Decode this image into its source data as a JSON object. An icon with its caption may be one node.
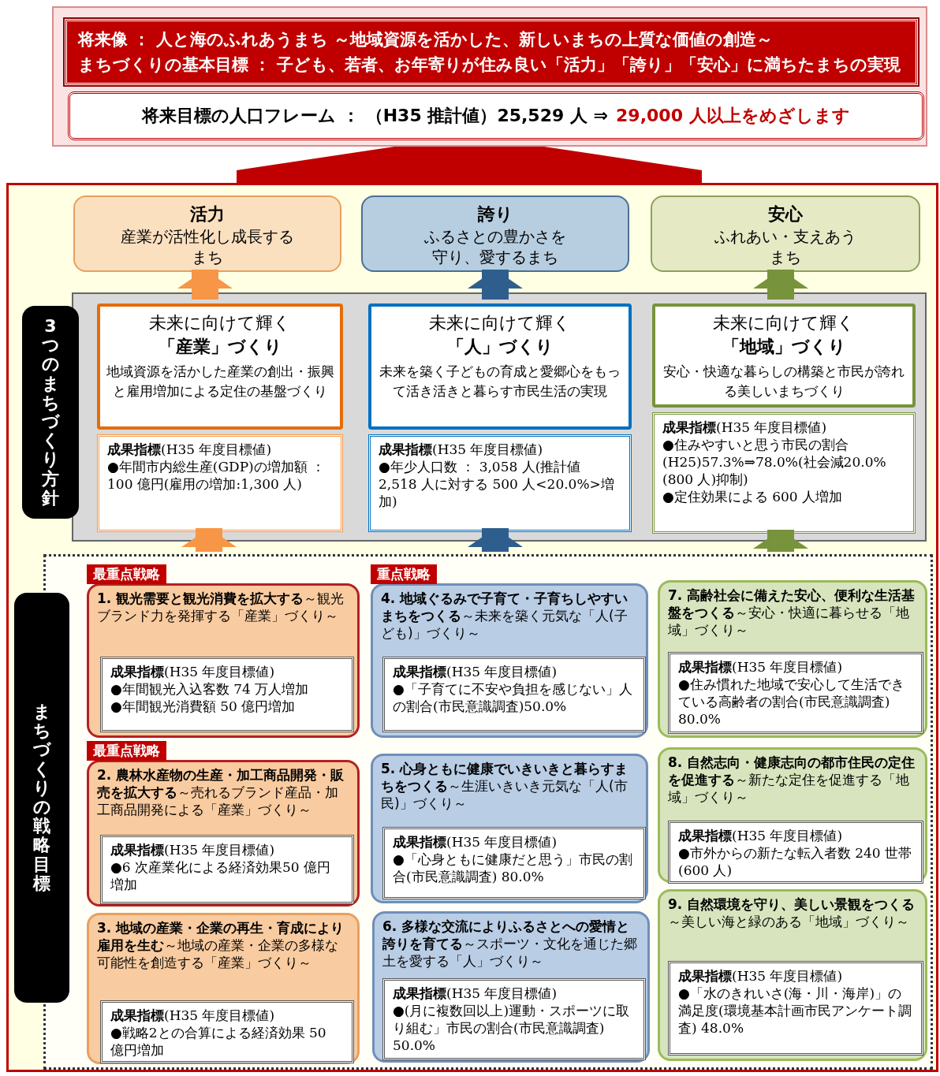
{
  "diagram": {
    "nodes": [
      {
        "text": [],
        "shape": "box"
      },
      {
        "text": [
          "将来像 ： 人と海のふれあうまち ～地域資源を活かした、新しいまちの上質な価値の創造～",
          "まちづくりの基本目標 ： 子ども、若者、お年寄りが住み良い「活力」「誇り」「安心」に満ちたまちの実現"
        ],
        "in": 0
      },
      {
        "text": [
          "将来目標の人口フレーム ： （H35 推計値）25,529 人 ⇒",
          "29,000 人以上をめざします"
        ],
        "in": 0
      },
      {
        "text": [],
        "shape": "box"
      },
      {
        "text": [
          "活力",
          "産業が活性化し成長するまち"
        ],
        "in": 3
      },
      {
        "text": [
          "誇り",
          "ふるさとの豊かさを守り、愛するまち"
        ],
        "in": 3
      },
      {
        "text": [
          "安心",
          "ふれあい・支えあうまち"
        ],
        "in": 3
      },
      {
        "text": [],
        "shape": "box",
        "in": 3
      },
      {
        "text": [
          "未来に向けて輝く",
          "「産業」づくり",
          "地域資源を活かした産業の創出・振興と雇用増加による定住の基盤づくり"
        ],
        "in": 7
      },
      {
        "text": [
          "**成果指標**(H35 年度目標値)",
          "●年間市内総生産(GDP)の増加額 ：100 億円(雇用の増加:1,300 人)"
        ],
        "in": 7
      },
      {
        "text": [
          "未来に向けて輝く",
          "「人」づくり",
          "未来を築く子どもの育成と愛郷心をもって活き活きと暮らす市民生活の実現"
        ],
        "in": 7
      },
      {
        "text": [
          "**成果指標**(H35 年度目標値)",
          "●年少人口数 ： 3,058 人(推計値 2,518 人に対する 500 人<20.0%>増加)"
        ],
        "in": 7
      },
      {
        "text": [
          "未来に向けて輝く",
          "「地域」づくり",
          "安心・快適な暮らしの構築と市民が誇れる美しいまちづくり"
        ],
        "in": 7
      },
      {
        "text": [
          "**成果指標**(H35 年度目標値)",
          "●住みやすいと思う市民の割合(H25)57.3%⇒78.0%(社会減20.0%(800 人)抑制)",
          "●定住効果による 600 人増加"
        ],
        "in": 7
      },
      {
        "text": [],
        "shape": "box",
        "in": 3
      },
      {
        "text": [
          "**1. 観光需要と観光消費を拡大する**～観光ブランド力を発揮する「産業」づくり～"
        ],
        "beside": [
          "最重点戦略"
        ],
        "in": 14
      },
      {
        "text": [
          "**成果指標**(H35 年度目標値)",
          "●年間観光入込客数 74 万人増加",
          "●年間観光消費額 50 億円増加"
        ],
        "in": 15
      },
      {
        "text": [
          "**2. 農林水産物の生産・加工商品開発・販売を拡大する**～売れるブランド産品・加工商品開発による「産業」づくり～"
        ],
        "beside": [
          "最重点戦略"
        ],
        "in": 14
      },
      {
        "text": [
          "**成果指標**(H35 年度目標値)",
          "●6 次産業化による経済効果50 億円増加"
        ],
        "in": 17
      },
      {
        "text": [
          "**3. 地域の産業・企業の再生・育成により雇用を生む**～地域の産業・企業の多様な可能性を創造する「産業」づくり～"
        ],
        "in": 14
      },
      {
        "text": [
          "**成果指標**(H35 年度目標値)",
          "●戦略2との合算による経済効果 50 億円増加"
        ],
        "in": 19
      },
      {
        "text": [
          "**4. 地域ぐるみで子育て・子育ちしやすいまちをつくる**～未来を築く元気な「人(子ども)」づくり～"
        ],
        "beside": [
          "重点戦略"
        ],
        "in": 14
      },
      {
        "text": [
          "**成果指標**(H35 年度目標値)",
          "●「子育てに不安や負担を感じない」人の割合(市民意識調査)50.0%"
        ],
        "in": 21
      },
      {
        "text": [
          "**5. 心身ともに健康でいきいきと暮らすまちをつくる**～生涯いきいき元気な「人(市民)」づくり～"
        ],
        "in": 14
      },
      {
        "text": [
          "**成果指標**(H35 年度目標値)",
          "●「心身ともに健康だと思う」市民の割合(市民意識調査) 80.0%"
        ],
        "in": 23
      },
      {
        "text": [
          "**6. 多様な交流によりふるさとへの愛情と誇りを育てる**～スポーツ・文化を通じた郷土を愛する「人」づくり～"
        ],
        "in": 14
      },
      {
        "text": [
          "**成果指標**(H35 年度目標値)",
          "●(月に複数回以上)運動・スポーツに取り組む」市民の割合(市民意識調査) 50.0%"
        ],
        "in": 25
      },
      {
        "text": [
          "**7. 高齢社会に備えた安心、便利な生活基盤をつくる**～安心・快適に暮らせる「地域」づくり～"
        ],
        "in": 14
      },
      {
        "text": [
          "**成果指標**(H35 年度目標値)",
          "●住み慣れた地域で安心して生活できている高齢者の割合(市民意識調査) 80.0%"
        ],
        "in": 27
      },
      {
        "text": [
          "**8. 自然志向・健康志向の都市住民の定住を促進する**～新たな定住を促進する「地域」づくり～"
        ],
        "in": 14
      },
      {
        "text": [
          "**成果指標**(H35 年度目標値)",
          "●市外からの新たな転入者数 240 世帯(600 人)"
        ],
        "in": 29
      },
      {
        "text": [
          "**9. 自然環境を守り、美しい景観をつくる**～美しい海と緑のある「地域」づくり～"
        ],
        "in": 14
      },
      {
        "text": [
          "**成果指標**(H35 年度目標値)",
          "●「水のきれいさ(海・川・海岸)」の満足度(環境基本計画市民アンケート調査) 48.0%"
        ],
        "in": 31
      }
    ],
    "edges": [
      {
        "from": 3,
        "to": 0,
        "arrow": "none",
        "color": "#c00000"
      },
      {
        "from": 8,
        "to": 4,
        "arrow": "to",
        "color": "#f79646"
      },
      {
        "from": 10,
        "to": 5,
        "arrow": "to",
        "color": "#2e5e8e"
      },
      {
        "from": 12,
        "to": 6,
        "arrow": "to",
        "color": "#77933c"
      },
      {
        "from": 14,
        "to": 9,
        "arrow": "to",
        "color": "#f79646"
      },
      {
        "from": 14,
        "to": 11,
        "arrow": "to",
        "color": "#2e5e8e"
      },
      {
        "from": 14,
        "to": 13,
        "arrow": "to",
        "color": "#77933c"
      }
    ],
    "labels": [
      "3つのまちづくり方針",
      "まちづくりの戦略目標"
    ]
  }
}
